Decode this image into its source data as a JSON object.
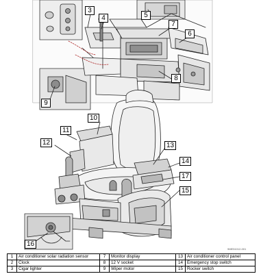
{
  "figure_code": "9ME51012-001",
  "callouts": [
    "3",
    "4",
    "5",
    "6",
    "7",
    "8",
    "9",
    "10",
    "11",
    "12",
    "13",
    "14",
    "15",
    "16",
    "17"
  ],
  "legend": [
    [
      {
        "n": "1",
        "label": "Air conditioner solar radiation sensor"
      },
      {
        "n": "7",
        "label": "Monitor display"
      },
      {
        "n": "13",
        "label": "Air conditioner control panel"
      }
    ],
    [
      {
        "n": "2",
        "label": "Clock"
      },
      {
        "n": "8",
        "label": "12 V socket"
      },
      {
        "n": "14",
        "label": "Emergency stop switch"
      }
    ],
    [
      {
        "n": "3",
        "label": "Cigar lighter"
      },
      {
        "n": "9",
        "label": "Wiper motor"
      },
      {
        "n": "15",
        "label": "Rocker switch"
      }
    ]
  ]
}
